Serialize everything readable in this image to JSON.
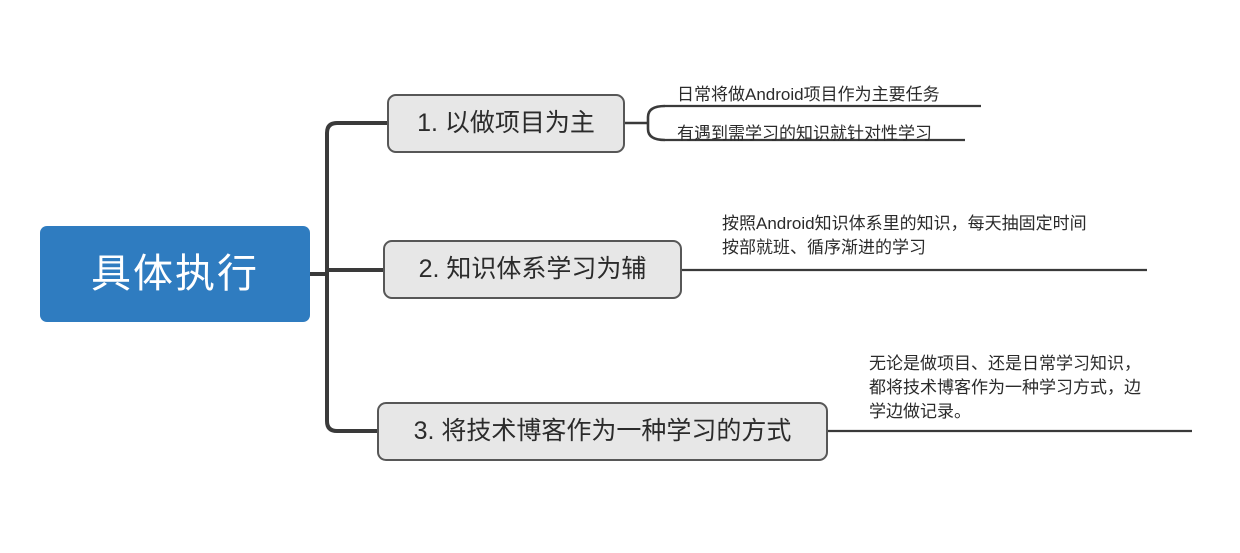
{
  "diagram": {
    "type": "mindmap",
    "root": {
      "label": "具体执行",
      "color": "#2f7cc0",
      "text_color": "#ffffff"
    },
    "node_style": {
      "fill": "#e7e7e7",
      "stroke": "#575757",
      "text_color": "#2b2b2b"
    },
    "connector_color": "#3a3a3a",
    "branches": [
      {
        "label": "1. 以做项目为主",
        "children": [
          {
            "text": "日常将做Android项目作为主要任务"
          },
          {
            "text": "有遇到需学习的知识就针对性学习"
          }
        ]
      },
      {
        "label": "2. 知识体系学习为辅",
        "children": [
          {
            "text": "按照Android知识体系里的知识，每天抽固定时间\n按部就班、循序渐进的学习"
          }
        ]
      },
      {
        "label": "3. 将技术博客作为一种学习的方式",
        "children": [
          {
            "text": "无论是做项目、还是日常学习知识，\n都将技术博客作为一种学习方式，边\n学边做记录。"
          }
        ]
      }
    ]
  }
}
